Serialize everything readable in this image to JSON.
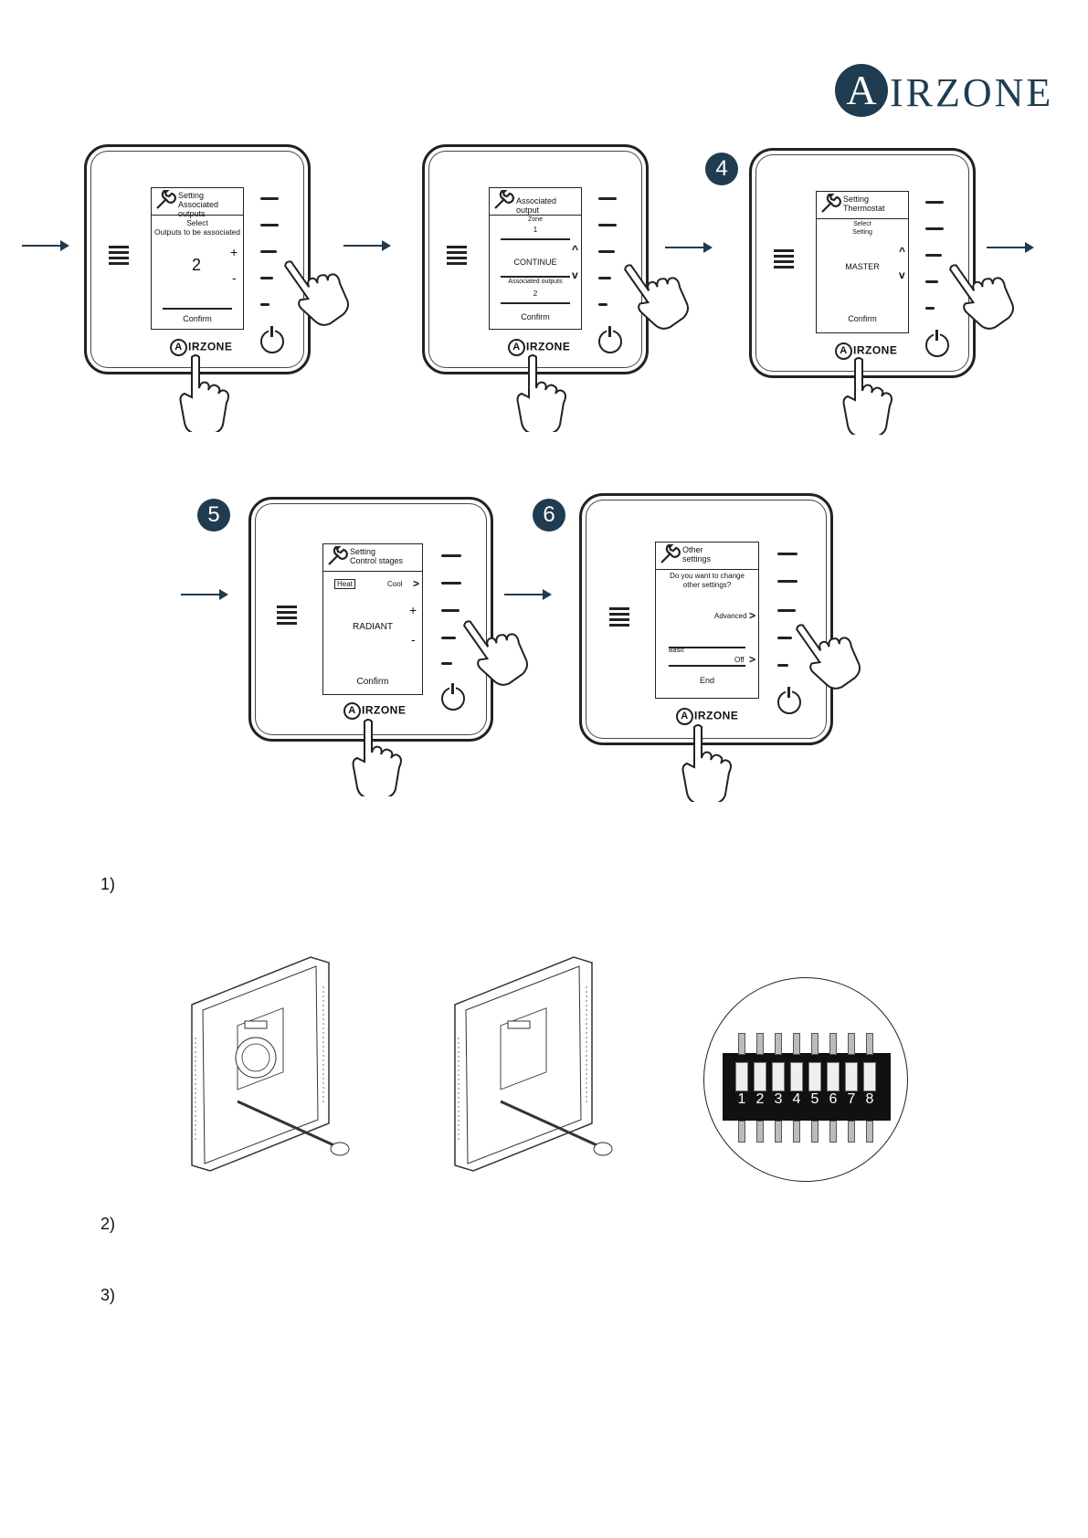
{
  "brand": {
    "logo_letter": "A",
    "logo_rest": "IRZONE"
  },
  "device_logo": {
    "letter": "A",
    "rest": "IRZONE"
  },
  "screens": {
    "s1": {
      "header": "Setting\nAssociated outputs",
      "line1": "Select",
      "line2": "Outputs to be associated",
      "value": "2",
      "plus": "+",
      "minus": "-",
      "footer": "Confirm"
    },
    "s2": {
      "header": "Associated output",
      "zone_label": "Zone",
      "zone_value": "1",
      "action": "CONTINUE",
      "outputs_label": "Associated outputs",
      "outputs_value": "2",
      "footer": "Confirm"
    },
    "s3": {
      "header": "Setting\nThermostat",
      "line1": "Select",
      "line2": "Setting",
      "value": "MASTER",
      "footer": "Confirm"
    },
    "s4": {
      "header": "Setting\nControl stages",
      "heat": "Heat",
      "cool": "Cool",
      "value": "RADIANT",
      "plus": "+",
      "minus": "-",
      "footer": "Confirm"
    },
    "s5": {
      "header": "Other\nsettings",
      "question": "Do you want to change other settings?",
      "advanced": "Advanced",
      "basic": "Basic",
      "off": "Off",
      "footer": "End"
    }
  },
  "steps": {
    "four": "4",
    "five": "5",
    "six": "6"
  },
  "list": {
    "one": "1)",
    "two": "2)",
    "three": "3)"
  },
  "dip_numbers": [
    "1",
    "2",
    "3",
    "4",
    "5",
    "6",
    "7",
    "8"
  ],
  "icons": [
    "wrench-icon",
    "menu-icon",
    "power-icon",
    "pointing-hand-icon",
    "arrow-right-icon",
    "chevron-down-icon",
    "chevron-right-icon"
  ]
}
